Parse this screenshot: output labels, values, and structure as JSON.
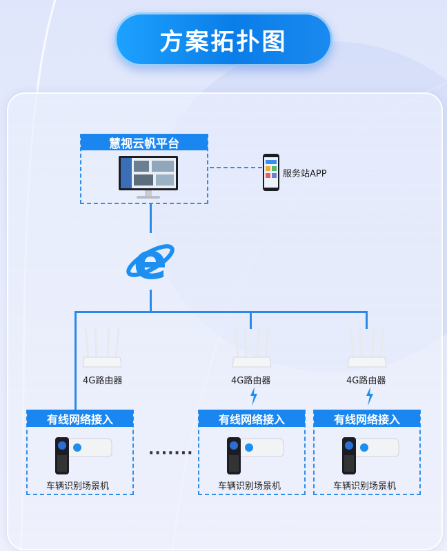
{
  "title": "方案拓扑图",
  "platform": {
    "label": "慧视云帆平台"
  },
  "app": {
    "label": "服务站APP"
  },
  "routers": [
    {
      "label": "4G路由器"
    },
    {
      "label": "4G路由器"
    },
    {
      "label": "4G路由器"
    }
  ],
  "access_groups": [
    {
      "header": "有线网络接入",
      "camera_label": "车辆识别场景机"
    },
    {
      "header": "有线网络接入",
      "camera_label": "车辆识别场景机"
    },
    {
      "header": "有线网络接入",
      "camera_label": "车辆识别场景机"
    }
  ],
  "ellipsis": "·······",
  "colors": {
    "accent": "#1a86ef",
    "line": "#2a88e6",
    "title_bg": "#0a7de8"
  },
  "icons": [
    "monitor-icon",
    "phone-icon",
    "internet-explorer-icon",
    "router-icon",
    "signal-bolt-icon",
    "camera-icon"
  ]
}
